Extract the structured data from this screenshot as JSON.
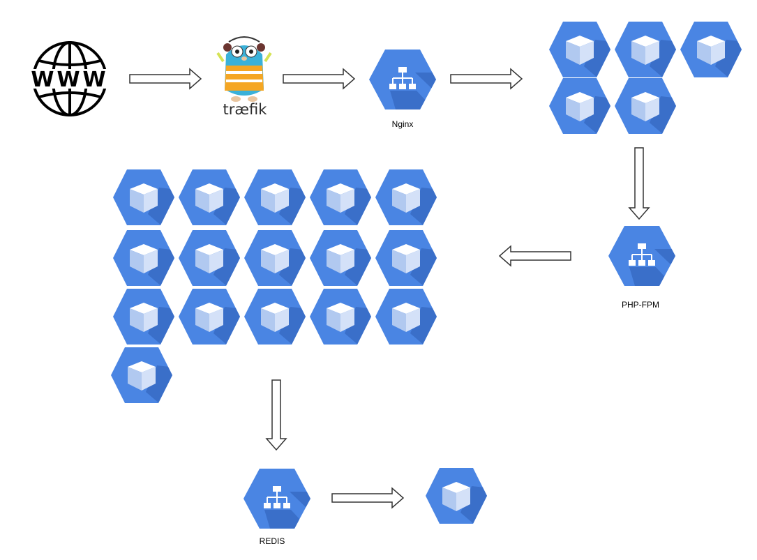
{
  "diagram": {
    "brand_text": "træfik",
    "nodes": {
      "internet": {
        "icon": "www-globe-icon"
      },
      "traefik": {
        "icon": "traefik-gopher-logo"
      },
      "nginx": {
        "label": "Nginx",
        "icon": "load-balancer-icon"
      },
      "php_fpm": {
        "label": "PHP-FPM",
        "icon": "load-balancer-icon"
      },
      "redis": {
        "label": "REDIS",
        "icon": "load-balancer-icon"
      }
    },
    "groups": {
      "nginx_instances": {
        "count": 5,
        "icon": "compute-engine-icon"
      },
      "php_fpm_instances": {
        "count": 16,
        "icon": "compute-engine-icon"
      },
      "redis_instances": {
        "count": 1,
        "icon": "compute-engine-icon"
      }
    },
    "flow": [
      "internet",
      "traefik",
      "nginx",
      "nginx_instances",
      "php_fpm",
      "php_fpm_instances",
      "redis",
      "redis_instances"
    ],
    "colors": {
      "hexagon": "#4a85e3",
      "hexagon_shadow": "#3a6fc9",
      "cube_light": "#ffffff",
      "cube_mid": "#d4e1f8",
      "cube_dark": "#b1c9f0",
      "arrow_stroke": "#333333"
    }
  }
}
